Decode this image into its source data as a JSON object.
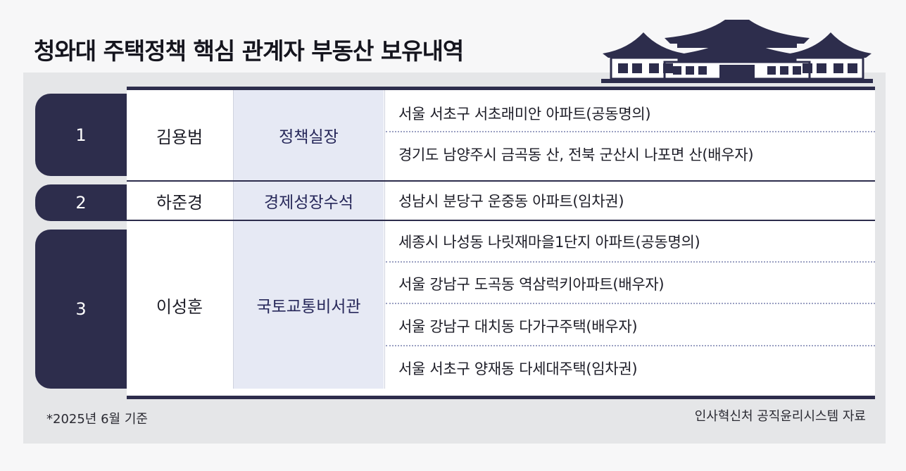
{
  "title": "청와대 주택정책 핵심 관계자 부동산 보유내역",
  "rows": [
    {
      "num": "1",
      "name": "김용범",
      "role": "정책실장",
      "properties": [
        "서울 서초구 서초래미안 아파트(공동명의)",
        "경기도 남양주시 금곡동 산, 전북 군산시 나포면 산(배우자)"
      ]
    },
    {
      "num": "2",
      "name": "하준경",
      "role": "경제성장수석",
      "properties": [
        "성남시 분당구 운중동 아파트(임차권)"
      ]
    },
    {
      "num": "3",
      "name": "이성훈",
      "role": "국토교통비서관",
      "properties": [
        "세종시 나성동 나릿재마을1단지 아파트(공동명의)",
        "서울 강남구 도곡동 역삼럭키아파트(배우자)",
        "서울 강남구 대치동 다가구주택(배우자)",
        "서울 서초구 양재동 다세대주택(임차권)"
      ]
    }
  ],
  "footnote": "*2025년 6월 기준",
  "source": "인사혁신처 공직윤리시스템 자료",
  "colors": {
    "navy": "#2d2d4c",
    "role_bg": "#e6e9f4",
    "panel_bg": "#e5e6e8"
  }
}
